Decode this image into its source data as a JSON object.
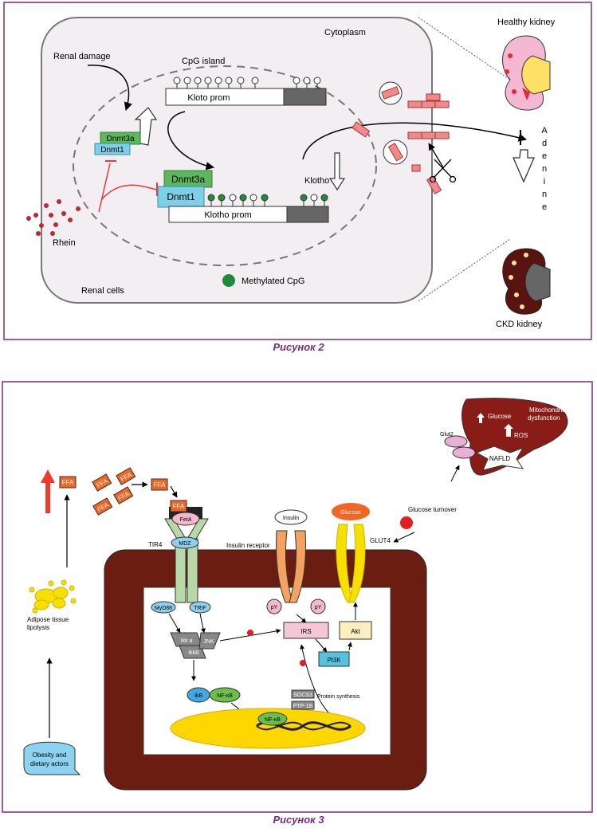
{
  "figure2": {
    "caption": "Рисунок 2",
    "cytoplasm": "Cytoplasm",
    "renal_damage": "Renal damage",
    "cpg_island": "CpG island",
    "kloto_prom": "Kloto prom",
    "klotho_prom": "Klotho prom",
    "dnmt3a": "Dnmt3a",
    "dnmt1": "Dnmt1",
    "klotho": "Klotho",
    "rhein": "Rhein",
    "renal_cells": "Renal cells",
    "methylated_cpg": "Methylated CpG",
    "healthy_kidney": "Healthy kidney",
    "ckd_kidney": "CKD kidney",
    "adenine": [
      "A",
      "d",
      "e",
      "n",
      "i",
      "n",
      "e"
    ],
    "colors": {
      "border": "#7b2a7e",
      "cell_fill": "#f2eef2",
      "green": "#5cb85c",
      "blue": "#7fcfe8",
      "methyl": "#1f8a3c",
      "rhein": "#c0282d",
      "klotho_frag": "#f08a8a"
    }
  },
  "figure3": {
    "caption": "Рисунок 3",
    "ffa": "FFA",
    "feta": "FetA",
    "tir4": "TIR4",
    "mdz": "MDZ",
    "myd88": "MyD88",
    "trif": "TRIF",
    "ikka": "Ikk a",
    "ikkb": "IkkB",
    "jnk": "JNK",
    "ikb": "IkB",
    "nfkb": "NF-κB",
    "insulin": "Insulin",
    "insulin_receptor": "Insulin receptor",
    "py": "pY",
    "irs": "IRS",
    "pi3k": "PI3K",
    "akt": "Akt",
    "glucose": "Glucose",
    "glucose_turnover": "Glucose turnover",
    "glut4": "GLUT4",
    "glut2": "Glut2",
    "liver_glucose": "Glucose",
    "mito_dys_1": "Mitochondrial",
    "mito_dys_2": "dysfunction",
    "ros": "ROS",
    "nafld": "NAFLD",
    "socs3": "SOCS3",
    "ptp1b": "PTP-1B",
    "protein_synthesis": "Protein synthesis",
    "adipose_1": "Adipose tissue",
    "adipose_2": "lipolysis",
    "obesity_1": "Obesity and",
    "obesity_2": "dietary actors",
    "colors": {
      "ffa": "#f26522",
      "membrane": "#6b1d12",
      "liver": "#8a1c17",
      "receptor_green": "#b8d8a8",
      "insulin_rec": "#f4a261",
      "glucose": "#f7e000",
      "irs": "#f4c6d6",
      "pi3k": "#55c3e0",
      "akt": "#fdf0c0",
      "ikb": "#3fa9e0",
      "nfkb": "#6cc04a",
      "nucleus": "#ffd700",
      "obesity": "#8cd3f0",
      "red_arrow": "#ee3b2b"
    }
  }
}
